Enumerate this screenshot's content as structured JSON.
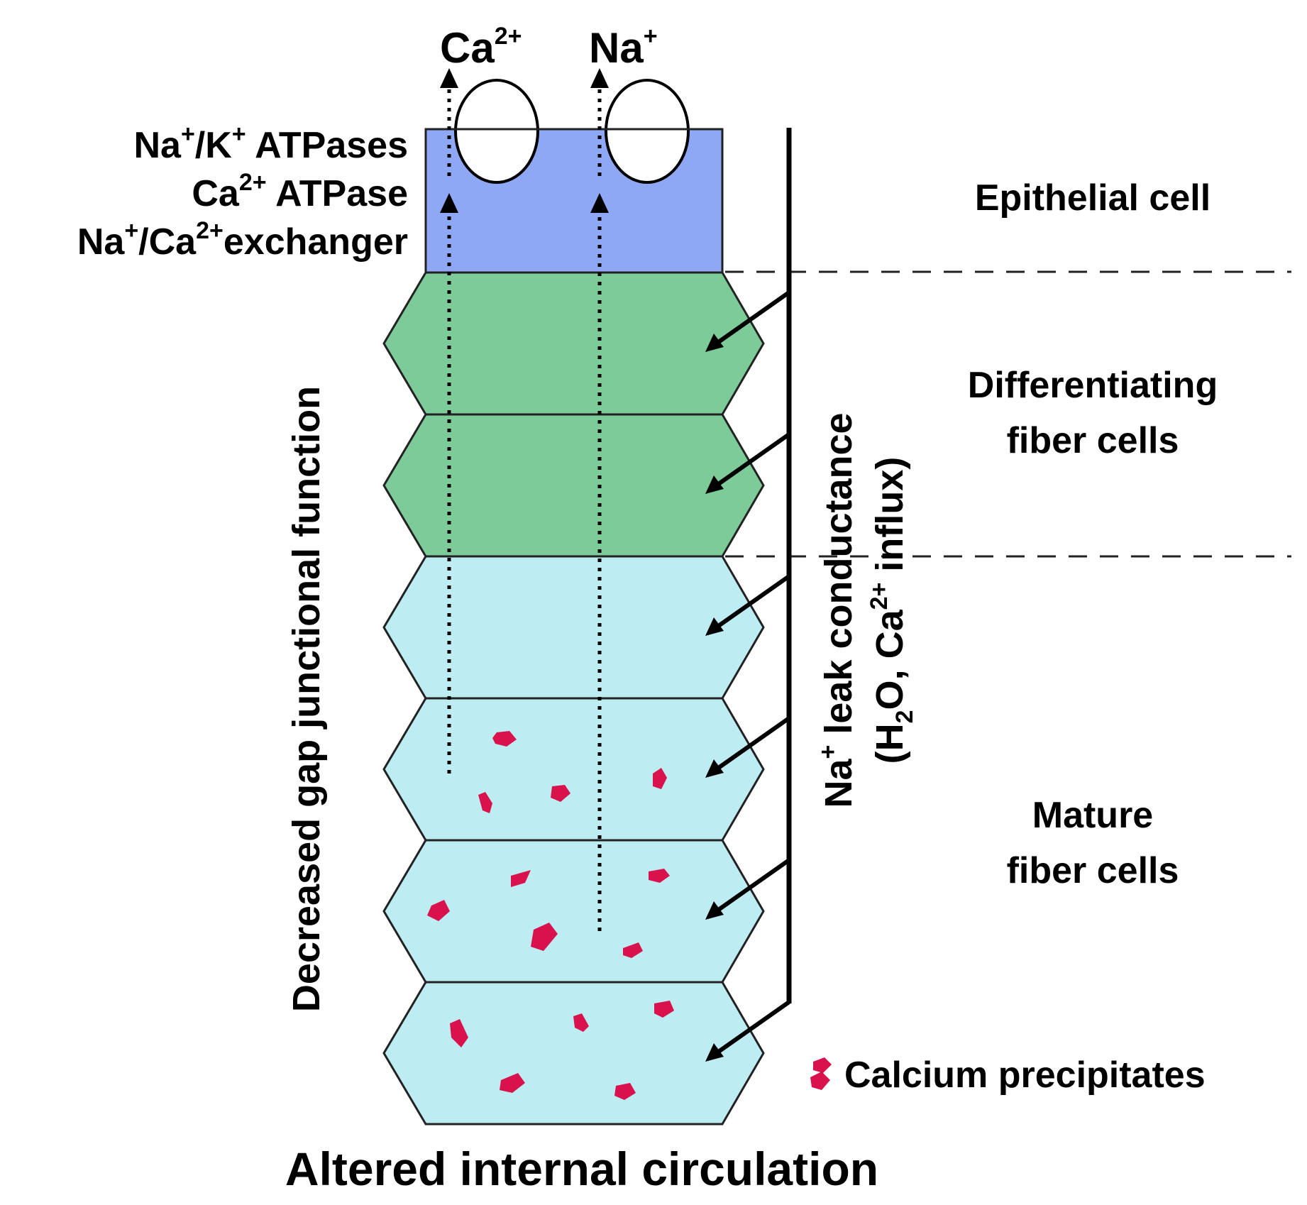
{
  "colors": {
    "epithelial": "#8fa8f5",
    "differentiating": "#7ccb99",
    "mature": "#bdedf2",
    "precipitate": "#d9124e",
    "outline": "#222222"
  },
  "ions": {
    "ca": {
      "base": "Ca",
      "charge": "2+"
    },
    "na": {
      "base": "Na",
      "charge": "+"
    }
  },
  "transporters": {
    "line1": {
      "a": "Na",
      "a_sup": "+",
      "b": "/K",
      "b_sup": "+",
      "c": " ATPases"
    },
    "line2": {
      "a": "Ca",
      "a_sup": "2+",
      "b": " ATPase"
    },
    "line3": {
      "a": "Na",
      "a_sup": "+",
      "b": "/Ca",
      "b_sup": "2+",
      "c": "exchanger"
    }
  },
  "zones": {
    "epithelial": "Epithelial cell",
    "differentiating": [
      "Differentiating",
      "fiber cells"
    ],
    "mature": [
      "Mature",
      "fiber cells"
    ]
  },
  "leak_label": {
    "line1": {
      "a": "Na",
      "a_sup": "+",
      "b": " leak conductance"
    },
    "line2": {
      "a": "(H",
      "a_sub": "2",
      "b": "O, Ca",
      "b_sup": "2+",
      "c": " influx)"
    }
  },
  "gap_label": "Decreased gap junctional function",
  "legend": {
    "label": "Calcium precipitates"
  },
  "footer": "Altered internal circulation",
  "icons": [
    "pump-circle-icon",
    "arrow-icon",
    "calcium-precipitate-icon"
  ]
}
